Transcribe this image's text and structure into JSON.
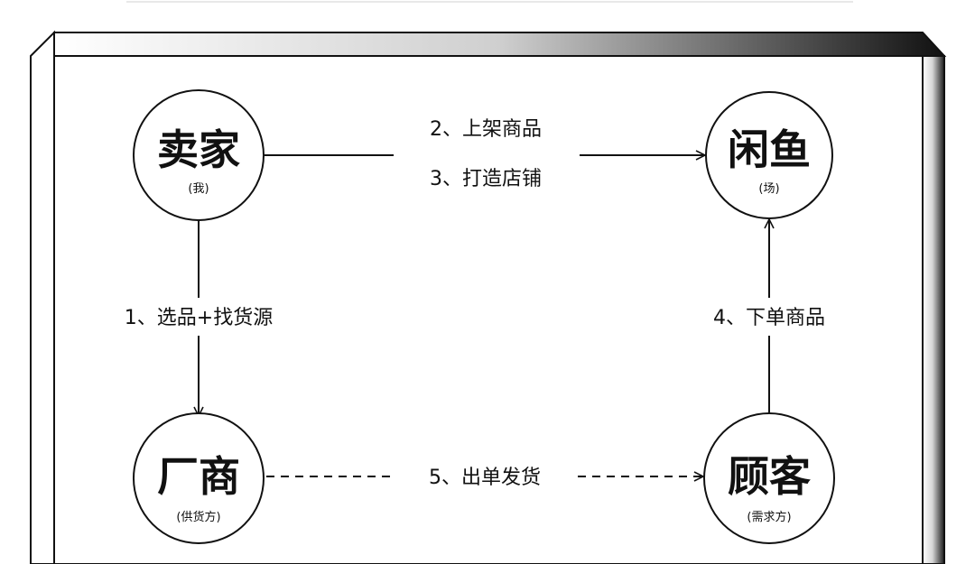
{
  "nodes": {
    "seller": {
      "title": "卖家",
      "subtitle": "(我)"
    },
    "xianyu": {
      "title": "闲鱼",
      "subtitle": "(场)"
    },
    "supplier": {
      "title": "厂商",
      "subtitle": "(供货方)"
    },
    "customer": {
      "title": "顾客",
      "subtitle": "(需求方)"
    }
  },
  "edges": {
    "seller_to_xianyu": {
      "label_1": "2、上架商品",
      "label_2": "3、打造店铺"
    },
    "seller_to_supplier": {
      "label": "1、选品+找货源"
    },
    "customer_to_xianyu": {
      "label": "4、下单商品"
    },
    "supplier_to_customer": {
      "label": "5、出单发货"
    }
  },
  "colors": {
    "ink": "#111111",
    "background": "#ffffff"
  }
}
